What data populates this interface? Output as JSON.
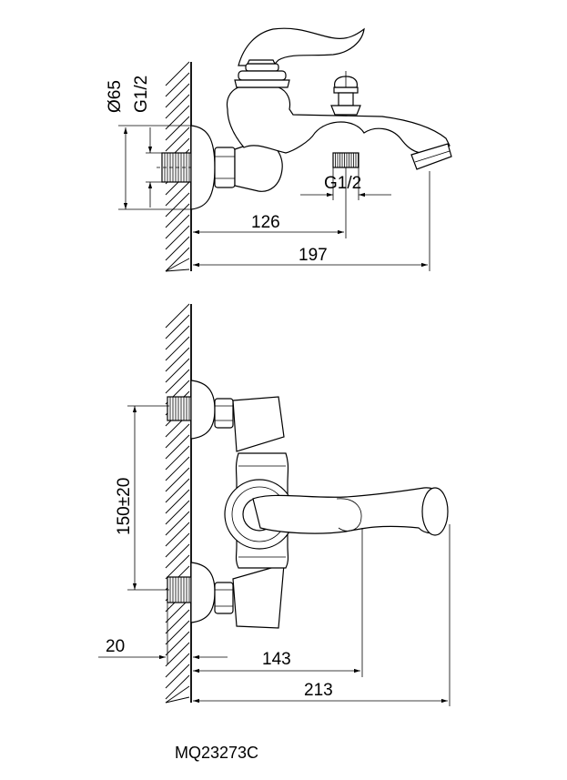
{
  "diagram": {
    "model_code": "MQ23273C",
    "top_view": {
      "dims": {
        "diameter": "Ø65",
        "thread_left": "G1/2",
        "thread_right": "G1/2",
        "width_126": "126",
        "width_197": "197"
      }
    },
    "bottom_view": {
      "dims": {
        "spacing": "150±20",
        "offset": "20",
        "width_143": "143",
        "width_213": "213"
      }
    }
  }
}
